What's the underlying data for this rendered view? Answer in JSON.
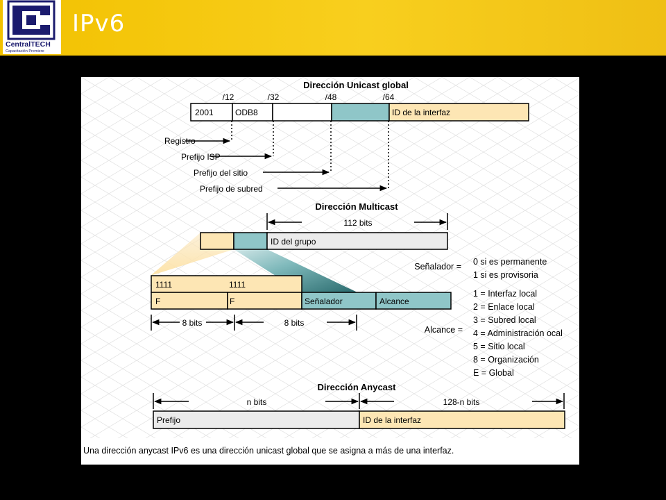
{
  "header": {
    "title": "IPv6",
    "logo_text_1": "Central",
    "logo_text_2": "TECH",
    "logo_tagline": "Capacitación Premiere"
  },
  "colors": {
    "header_yellow": "#f5c814",
    "teal": "#8fc6c8",
    "peach": "#fde6b4",
    "grey_field": "#ebebeb",
    "dark_teal": "#2f6e72"
  },
  "unicast": {
    "title": "Dirección Unicast global",
    "ticks": [
      "/12",
      "/32",
      "/48",
      "/64"
    ],
    "field_2001": "2001",
    "field_odb8": "ODB8",
    "field_id": "ID de la interfaz",
    "labels": [
      "Registro",
      "Prefijo ISP",
      "Prefijo del sitio",
      "Prefijo de subred"
    ]
  },
  "multicast": {
    "title": "Dirección Multicast",
    "bits_label": "112 bits",
    "group_id": "ID del grupo",
    "row1_a": "1111",
    "row1_b": "1111",
    "row2_a": "F",
    "row2_b": "F",
    "row2_c": "Señalador",
    "row2_d": "Alcance",
    "bits_a": "8 bits",
    "bits_b": "8 bits",
    "flag_label": "Señalador =",
    "flag_values": [
      "0 si es permanente",
      "1 si es provisoria"
    ],
    "scope_label": "Alcance =",
    "scope_values": [
      "1 = Interfaz local",
      "2 = Enlace local",
      "3 = Subred local",
      "4 = Administración ocal",
      "5 = Sitio local",
      "8 = Organización",
      "E = Global"
    ]
  },
  "anycast": {
    "title": "Dirección Anycast",
    "n_bits": "n bits",
    "rest_bits": "128-n bits",
    "prefix": "Prefijo",
    "interface_id": "ID de la interfaz",
    "caption": "Una dirección anycast IPv6 es una dirección unicast global que se asigna a más de una interfaz."
  }
}
